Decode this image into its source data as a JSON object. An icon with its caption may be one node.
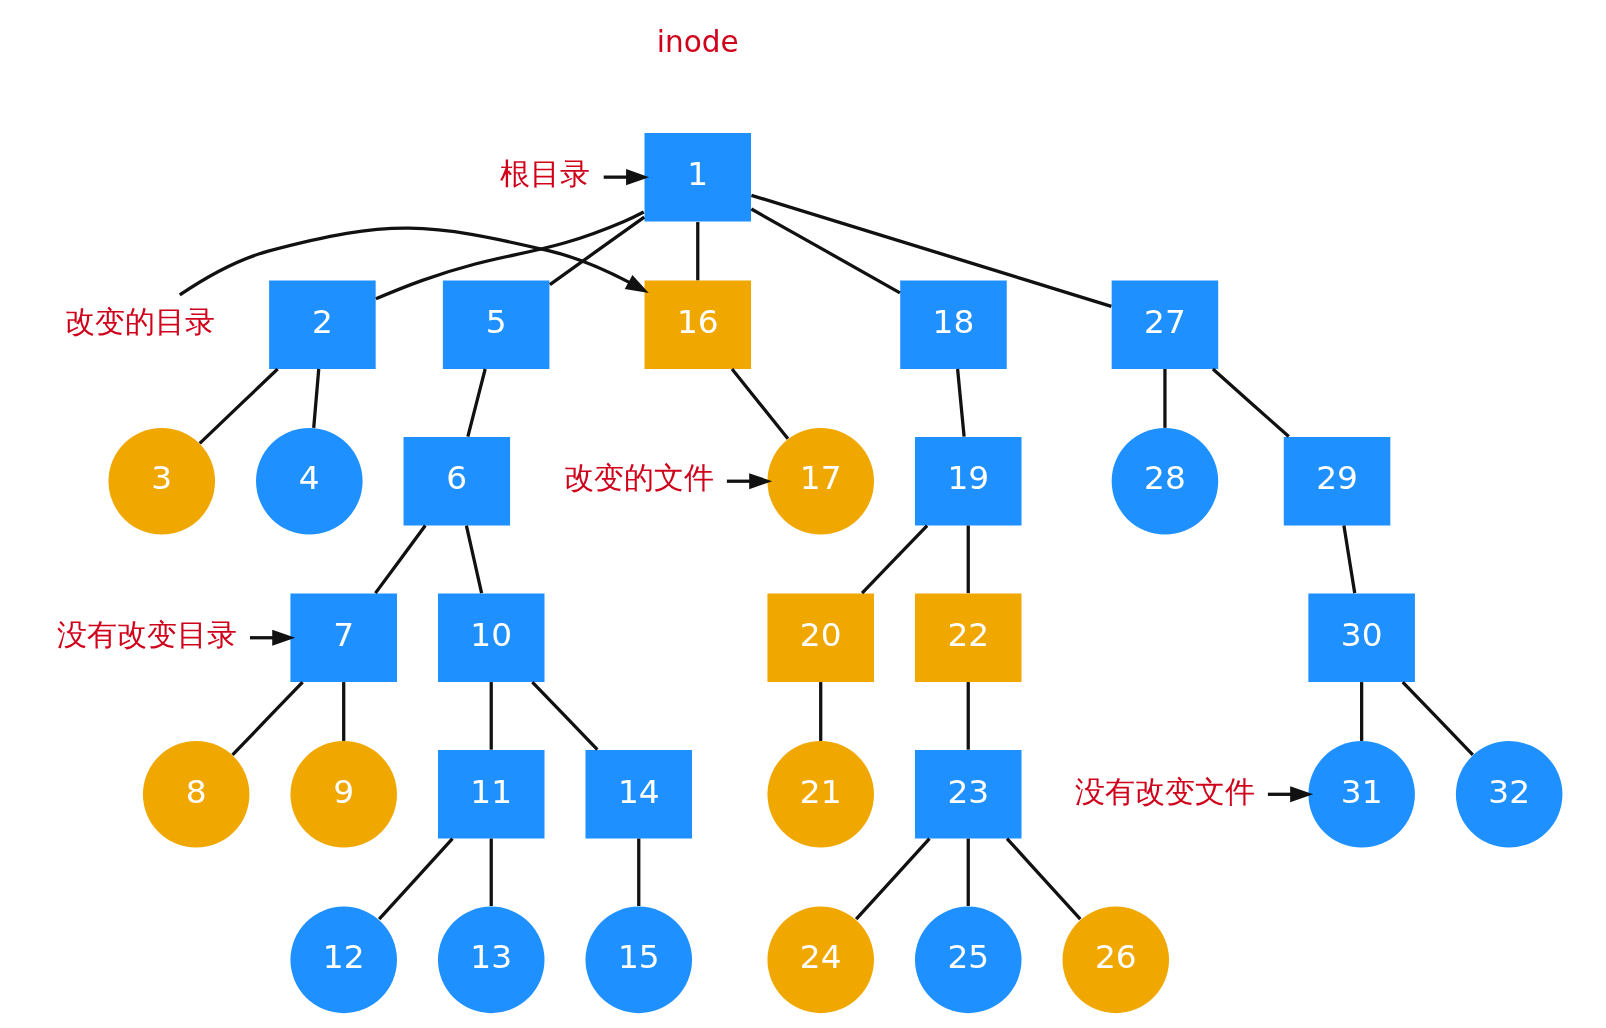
{
  "diagram": {
    "nodes": [
      {
        "text": [
          "1"
        ],
        "beside": [
          "inode"
        ]
      },
      {
        "text": [
          "2"
        ]
      },
      {
        "text": [
          "3"
        ]
      },
      {
        "text": [
          "4"
        ]
      },
      {
        "text": [
          "5"
        ]
      },
      {
        "text": [
          "6"
        ]
      },
      {
        "text": [
          "7"
        ]
      },
      {
        "text": [
          "8"
        ]
      },
      {
        "text": [
          "9"
        ]
      },
      {
        "text": [
          "10"
        ]
      },
      {
        "text": [
          "11"
        ]
      },
      {
        "text": [
          "12"
        ]
      },
      {
        "text": [
          "13"
        ]
      },
      {
        "text": [
          "14"
        ]
      },
      {
        "text": [
          "15"
        ]
      },
      {
        "text": [
          "16"
        ]
      },
      {
        "text": [
          "17"
        ]
      },
      {
        "text": [
          "18"
        ]
      },
      {
        "text": [
          "19"
        ]
      },
      {
        "text": [
          "20"
        ]
      },
      {
        "text": [
          "21"
        ]
      },
      {
        "text": [
          "22"
        ]
      },
      {
        "text": [
          "23"
        ]
      },
      {
        "text": [
          "24"
        ]
      },
      {
        "text": [
          "25"
        ]
      },
      {
        "text": [
          "26"
        ]
      },
      {
        "text": [
          "27"
        ]
      },
      {
        "text": [
          "28"
        ]
      },
      {
        "text": [
          "29"
        ]
      },
      {
        "text": [
          "30"
        ]
      },
      {
        "text": [
          "31"
        ]
      },
      {
        "text": [
          "32"
        ]
      },
      {
        "text": [
          "根目录"
        ]
      },
      {
        "text": [
          "改变的目录"
        ]
      },
      {
        "text": [
          "改变的文件"
        ]
      },
      {
        "text": [
          "没有改变目录"
        ]
      },
      {
        "text": [
          "没有改变文件"
        ]
      }
    ],
    "edges": [
      {
        "from": 0,
        "to": 1,
        "arrow": "none"
      },
      {
        "from": 0,
        "to": 4,
        "arrow": "none"
      },
      {
        "from": 0,
        "to": 15,
        "arrow": "none"
      },
      {
        "from": 0,
        "to": 17,
        "arrow": "none"
      },
      {
        "from": 0,
        "to": 26,
        "arrow": "none"
      },
      {
        "from": 1,
        "to": 2,
        "arrow": "none"
      },
      {
        "from": 1,
        "to": 3,
        "arrow": "none"
      },
      {
        "from": 4,
        "to": 5,
        "arrow": "none"
      },
      {
        "from": 5,
        "to": 6,
        "arrow": "none"
      },
      {
        "from": 5,
        "to": 9,
        "arrow": "none"
      },
      {
        "from": 6,
        "to": 7,
        "arrow": "none"
      },
      {
        "from": 6,
        "to": 8,
        "arrow": "none"
      },
      {
        "from": 9,
        "to": 10,
        "arrow": "none"
      },
      {
        "from": 9,
        "to": 13,
        "arrow": "none"
      },
      {
        "from": 10,
        "to": 11,
        "arrow": "none"
      },
      {
        "from": 10,
        "to": 12,
        "arrow": "none"
      },
      {
        "from": 13,
        "to": 14,
        "arrow": "none"
      },
      {
        "from": 15,
        "to": 16,
        "arrow": "none"
      },
      {
        "from": 17,
        "to": 18,
        "arrow": "none"
      },
      {
        "from": 18,
        "to": 19,
        "arrow": "none"
      },
      {
        "from": 18,
        "to": 21,
        "arrow": "none"
      },
      {
        "from": 19,
        "to": 20,
        "arrow": "none"
      },
      {
        "from": 21,
        "to": 22,
        "arrow": "none"
      },
      {
        "from": 22,
        "to": 23,
        "arrow": "none"
      },
      {
        "from": 22,
        "to": 24,
        "arrow": "none"
      },
      {
        "from": 22,
        "to": 25,
        "arrow": "none"
      },
      {
        "from": 26,
        "to": 27,
        "arrow": "none"
      },
      {
        "from": 26,
        "to": 28,
        "arrow": "none"
      },
      {
        "from": 28,
        "to": 29,
        "arrow": "none"
      },
      {
        "from": 29,
        "to": 30,
        "arrow": "none"
      },
      {
        "from": 29,
        "to": 31,
        "arrow": "none"
      },
      {
        "from": 32,
        "to": 0,
        "arrow": "to"
      },
      {
        "from": 33,
        "to": 15,
        "arrow": "to"
      },
      {
        "from": 34,
        "to": 16,
        "arrow": "to"
      },
      {
        "from": 35,
        "to": 6,
        "arrow": "to"
      },
      {
        "from": 36,
        "to": 30,
        "arrow": "to"
      }
    ]
  }
}
